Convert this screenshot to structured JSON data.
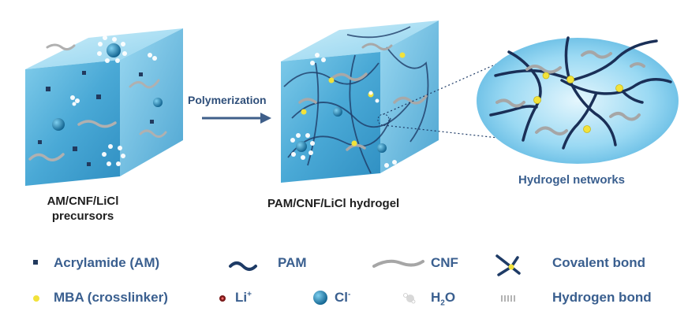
{
  "diagram": {
    "arrow_label": "Polymerization",
    "precursor_label_line1": "AM/CNF/LiCl",
    "precursor_label_line2": "precursors",
    "hydrogel_label": "PAM/CNF/LiCl hydrogel",
    "network_label": "Hydrogel networks"
  },
  "legend": {
    "am": "Acrylamide  (AM)",
    "pam": "PAM",
    "cnf": "CNF",
    "covalent": "Covalent bond",
    "mba": "MBA (crosslinker)",
    "li": "Li",
    "li_sup": "+",
    "cl": "Cl",
    "cl_sup": "-",
    "h2o": "H",
    "h2o_sub": "2",
    "h2o_tail": "O",
    "hbond": "Hydrogen bond"
  },
  "colors": {
    "water_light": "#bfe6f5",
    "water_mid": "#5fb8de",
    "water_dark": "#2a86b8",
    "pam_chain": "#1e3b66",
    "cnf_fiber": "#9a9a9a",
    "mba": "#f2e23a",
    "legend_text": "#3a5f8f",
    "arrow": "#3f5f8a"
  }
}
